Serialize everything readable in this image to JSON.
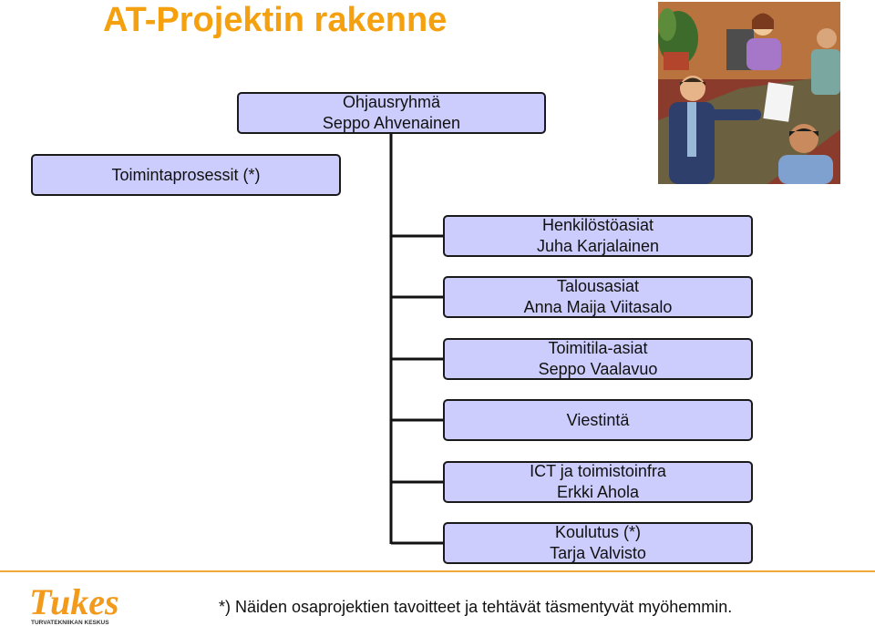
{
  "title": "AT-Projektin rakenne",
  "steering": {
    "line1": "Ohjausryhmä",
    "line2": "Seppo Ahvenainen"
  },
  "processes": {
    "line1": "Toimintaprosessit (*)"
  },
  "subprojects": [
    {
      "line1": "Henkilöstöasiat",
      "line2": "Juha Karjalainen"
    },
    {
      "line1": "Talousasiat",
      "line2": "Anna Maija Viitasalo"
    },
    {
      "line1": "Toimitila-asiat",
      "line2": "Seppo Vaalavuo"
    },
    {
      "line1": "Viestintä",
      "line2": ""
    },
    {
      "line1": "ICT ja toimistoinfra",
      "line2": "Erkki Ahola"
    },
    {
      "line1": "Koulutus (*)",
      "line2": "Tarja Valvisto"
    }
  ],
  "footnote": "*) Näiden osaprojektien tavoitteet ja tehtävät täsmentyvät myöhemmin.",
  "logo": {
    "name": "Tukes",
    "subtitle": "TURVATEKNIIKAN KESKUS"
  },
  "colors": {
    "title": "#f5a00f",
    "node_fill": "#cccdfc",
    "rule": "#f3a93a",
    "logo": "#f29a1c"
  },
  "icons": {
    "clipart": "business-meeting-clipart"
  }
}
